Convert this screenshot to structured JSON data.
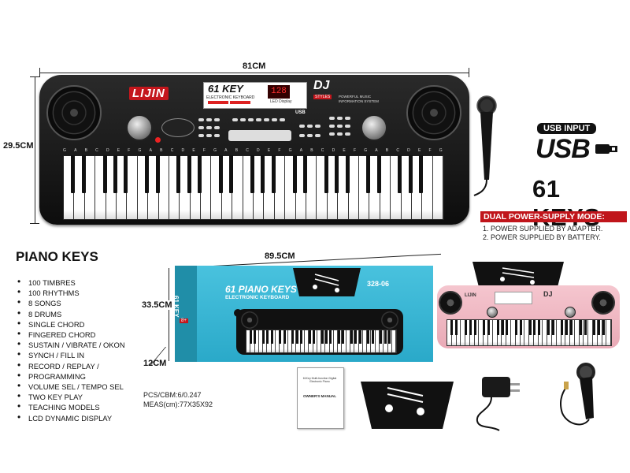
{
  "dimensions": {
    "width": "81CM",
    "height": "29.5CM",
    "box_width": "89.5CM",
    "box_height": "33.5CM",
    "box_depth": "12CM"
  },
  "keyboard": {
    "brand": "LIJIN",
    "lcd_title": "61 KEY",
    "lcd_subtitle": "ELECTRONIC KEYBOARD",
    "lcd_display": "128",
    "lcd_caption": "LED Display",
    "dj_logo": "DJ",
    "dj_styles": "STYLES",
    "info_text": "POWERFUL MUSIC INFORMATION SYSTEM",
    "usb_label": "USB",
    "key_notes": [
      "G",
      "A",
      "B",
      "C",
      "D",
      "E",
      "F",
      "G",
      "A",
      "B",
      "C",
      "D",
      "E",
      "F",
      "G",
      "A",
      "B",
      "C",
      "D",
      "E",
      "F",
      "G",
      "A",
      "B",
      "C",
      "D",
      "E",
      "F",
      "G",
      "A",
      "B",
      "C",
      "D",
      "E",
      "F",
      "G"
    ]
  },
  "usb": {
    "badge": "USB INPUT",
    "logo": "USB"
  },
  "keys_count": "61 KEYS",
  "power": {
    "title": "DUAL POWER-SUPPLY MODE:",
    "lines": [
      "1. POWER SUPPLIED BY ADAPTER.",
      "2. POWER SUPPLIED BY BATTERY."
    ]
  },
  "features": {
    "title": "PIANO KEYS",
    "items": [
      "100 TIMBRES",
      "100 RHYTHMS",
      "8 SONGS",
      "8 DRUMS",
      "SINGLE CHORD",
      "FINGERED CHORD",
      "SUSTAIN / VIBRATE / OKON",
      "SYNCH / FILL IN",
      "RECORD / REPLAY /",
      "PROGRAMMING",
      "VOLUME SEL / TEMPO SEL",
      "TWO KEY PLAY",
      "TEACHING MODELS",
      "LCD DYNAMIC DISPLAY"
    ]
  },
  "box": {
    "title": "61 PIANO KEYS",
    "subtitle": "ELECTRONIC KEYBOARD",
    "model": "328-06",
    "side_text": "61 KEY",
    "age": "8+"
  },
  "packing": {
    "pcs": "PCS/CBM:6/0.247",
    "meas": "MEAS(cm):77X35X92"
  },
  "accessories": {
    "manual_label": "OWNER'S MANUAL",
    "manual_header": "61Key Multi-function Digital Electronic Piano"
  },
  "colors": {
    "power_title_bg": "#c0151b",
    "box_blue": "#35b4d3",
    "pink": "#f0b8c3"
  }
}
